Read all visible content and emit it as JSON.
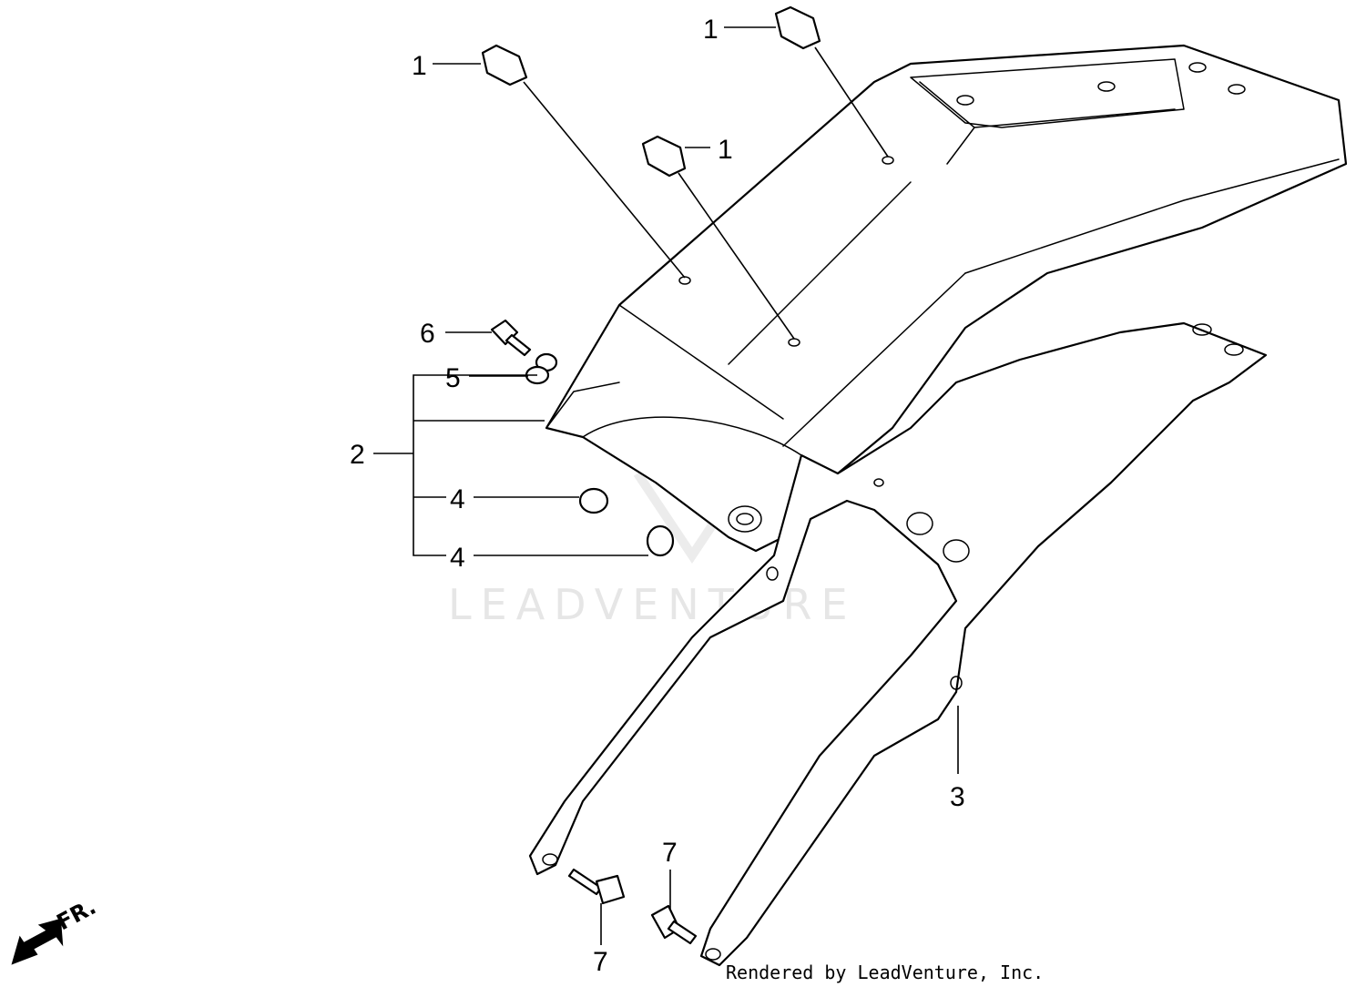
{
  "callouts": [
    {
      "id": "c1a",
      "label": "1"
    },
    {
      "id": "c1b",
      "label": "1"
    },
    {
      "id": "c1c",
      "label": "1"
    },
    {
      "id": "c2",
      "label": "2"
    },
    {
      "id": "c3",
      "label": "3"
    },
    {
      "id": "c4a",
      "label": "4"
    },
    {
      "id": "c4b",
      "label": "4"
    },
    {
      "id": "c5",
      "label": "5"
    },
    {
      "id": "c6",
      "label": "6"
    },
    {
      "id": "c7a",
      "label": "7"
    },
    {
      "id": "c7b",
      "label": "7"
    }
  ],
  "direction": {
    "label": "FR.",
    "icon": "front-arrow-icon"
  },
  "watermark": "LEADVENTURE",
  "credit": "Rendered by LeadVenture, Inc."
}
